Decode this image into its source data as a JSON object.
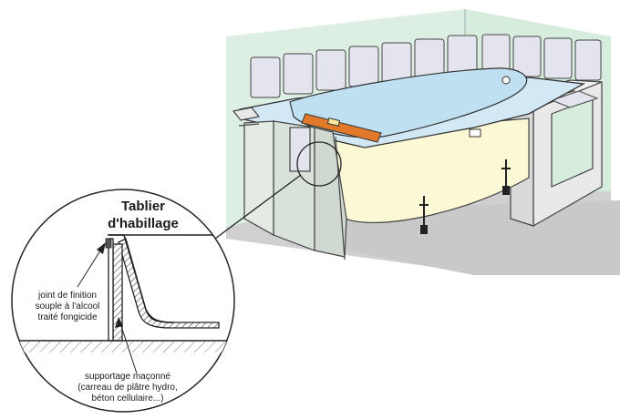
{
  "detail": {
    "title_line1": "Tablier",
    "title_line2": "d'habillage",
    "joint_label": [
      "joint de finition",
      "souple à l'alcool",
      "traité fongicide"
    ],
    "support_label": [
      "supportage maçonné",
      "(carreau de plâtre hydro,",
      "béton cellulaire...)"
    ]
  },
  "colors": {
    "wall": "#dcefe2",
    "floor": "#d0d0d0",
    "tile": "#e4e4ef",
    "tub_rim": "#d2e8f5",
    "tub_water": "#bfe0f0",
    "apron_panel": "#d8e2da",
    "tub_body": "#fbf8d6",
    "level": "#e07a2a",
    "outline": "#333333"
  }
}
